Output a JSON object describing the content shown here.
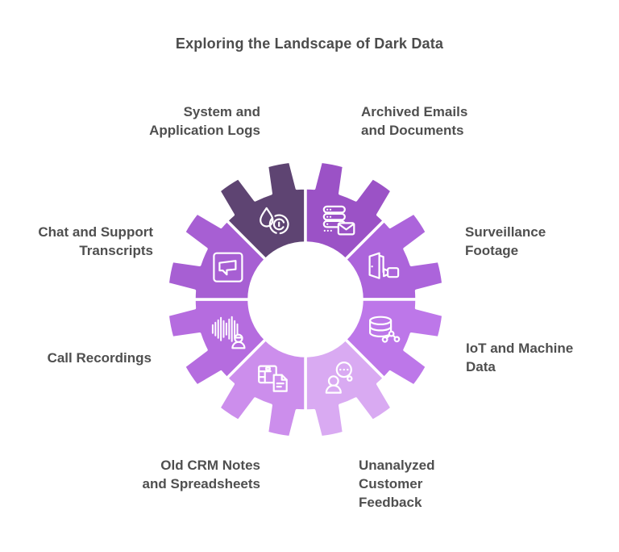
{
  "title": "Exploring the Landscape of Dark Data",
  "colors": {
    "background": "#ffffff",
    "title_text": "#4c4c4c",
    "label_text": "#4f4f4f",
    "stroke": "#ffffff"
  },
  "segments": [
    {
      "id": "system-and-application-logs",
      "label": "System and\nApplication Logs",
      "icon": "droplet-fingerprint-icon",
      "color": "#5E4472",
      "start_angle": 90
    },
    {
      "id": "archived-emails-and-documents",
      "label": "Archived Emails\nand Documents",
      "icon": "server-mail-icon",
      "color": "#9B52C6",
      "start_angle": 45
    },
    {
      "id": "surveillance-footage",
      "label": "Surveillance\nFootage",
      "icon": "door-camera-icon",
      "color": "#AC64DB",
      "start_angle": 0
    },
    {
      "id": "iot-and-machine-data",
      "label": "IoT and Machine\nData",
      "icon": "database-network-icon",
      "color": "#BD77E9",
      "start_angle": 315
    },
    {
      "id": "unanalyzed-customer-feedback",
      "label": "Unanalyzed\nCustomer\nFeedback",
      "icon": "person-thought-icon",
      "color": "#D9AAF2",
      "start_angle": 270
    },
    {
      "id": "old-crm-notes-and-spreadsheets",
      "label": "Old CRM Notes\nand Spreadsheets",
      "icon": "table-document-icon",
      "color": "#CC8EEC",
      "start_angle": 225
    },
    {
      "id": "call-recordings",
      "label": "Call Recordings",
      "icon": "waveform-person-icon",
      "color": "#B56CDF",
      "start_angle": 180
    },
    {
      "id": "chat-and-support-transcripts",
      "label": "Chat and Support\nTranscripts",
      "icon": "chat-bubble-icon",
      "color": "#A75FD3",
      "start_angle": 135
    }
  ]
}
